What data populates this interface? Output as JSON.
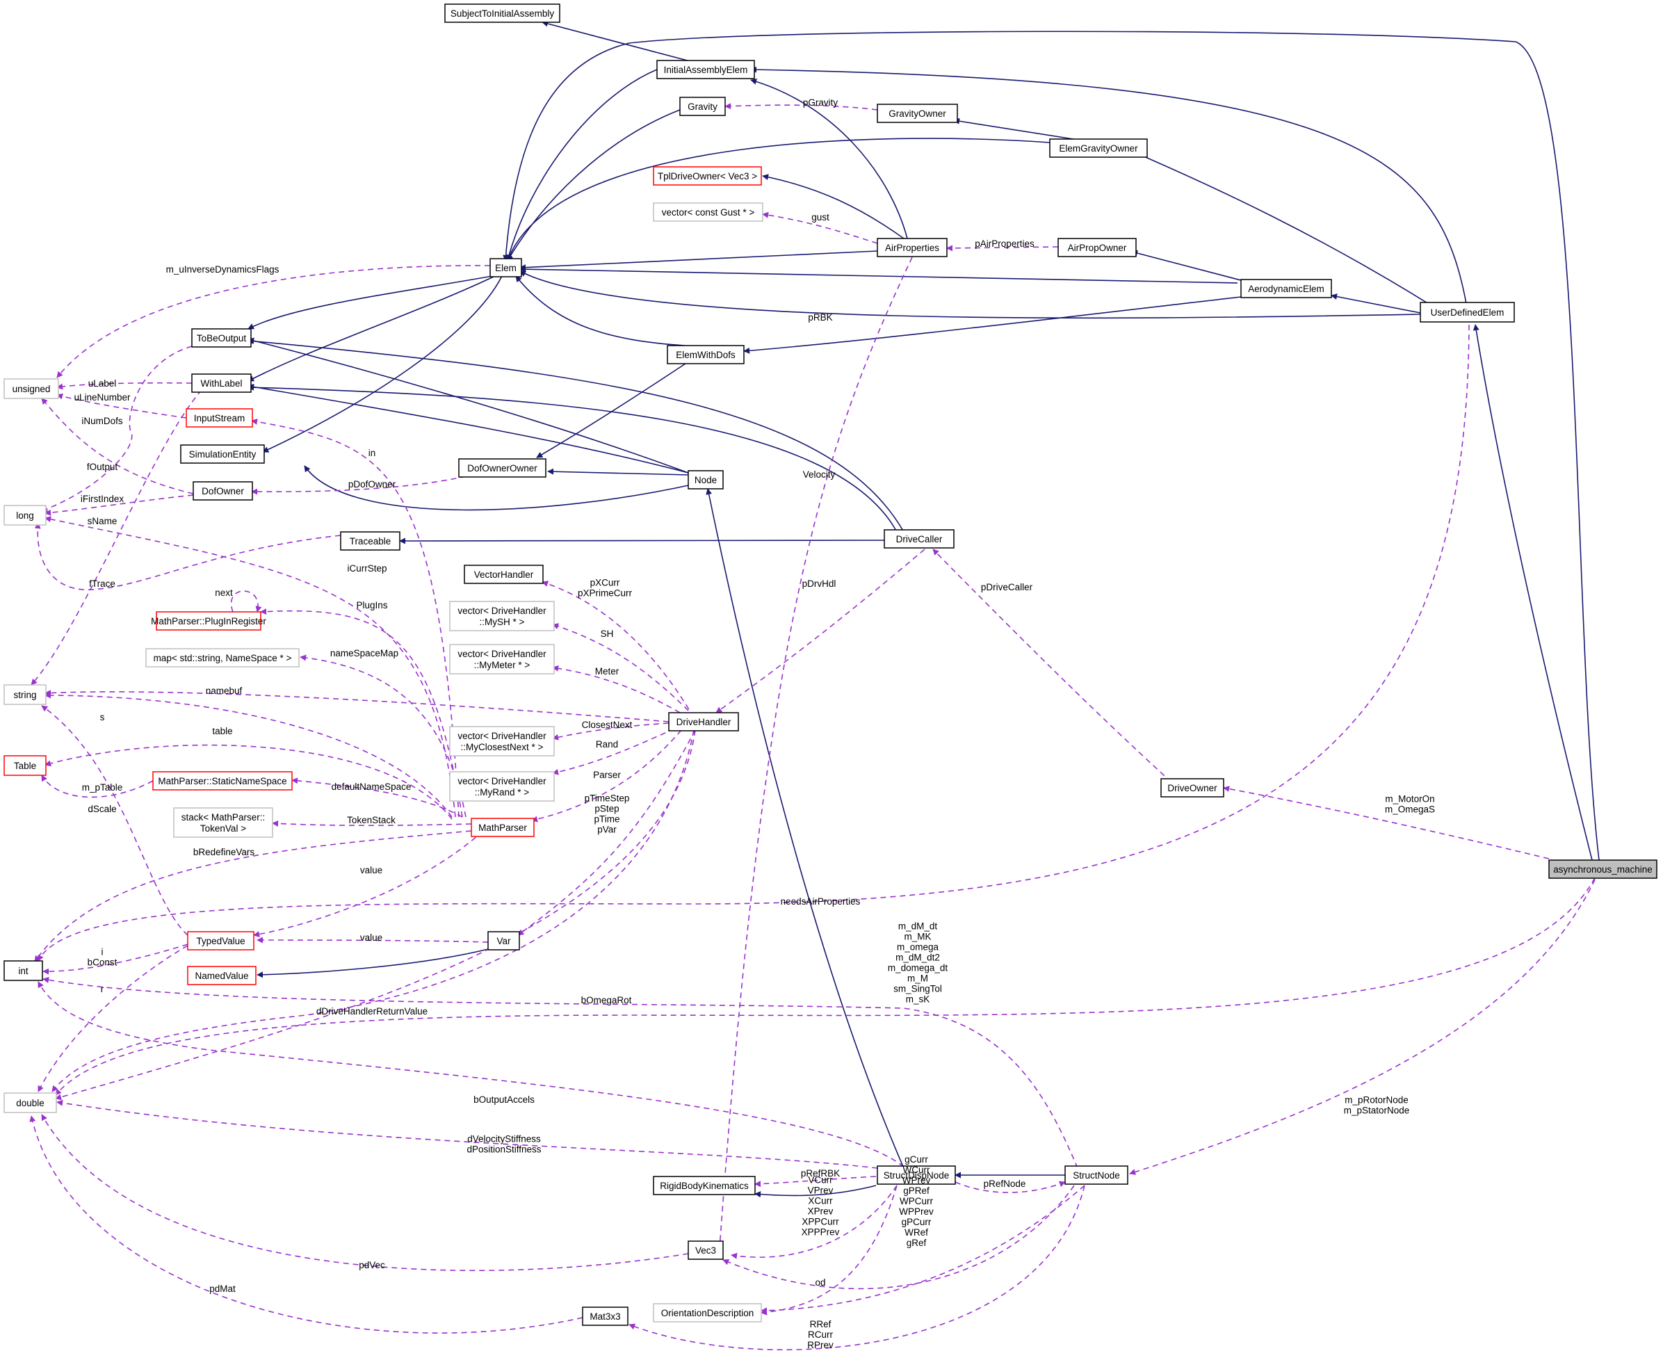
{
  "nodes": {
    "asynchronous_machine": {
      "label": [
        "asynchronous_machine"
      ],
      "style": "focus"
    },
    "UserDefinedElem": {
      "label": [
        "UserDefinedElem"
      ],
      "style": "normal"
    },
    "Elem": {
      "label": [
        "Elem"
      ],
      "style": "normal"
    },
    "InitialAssemblyElem": {
      "label": [
        "InitialAssemblyElem"
      ],
      "style": "normal"
    },
    "SubjectToInitialAssembly": {
      "label": [
        "SubjectToInitialAssembly"
      ],
      "style": "normal"
    },
    "Gravity": {
      "label": [
        "Gravity"
      ],
      "style": "normal"
    },
    "GravityOwner": {
      "label": [
        "GravityOwner"
      ],
      "style": "normal"
    },
    "ElemGravityOwner": {
      "label": [
        "ElemGravityOwner"
      ],
      "style": "normal"
    },
    "TplDriveOwner": {
      "label": [
        "TplDriveOwner< Vec3 >"
      ],
      "style": "red"
    },
    "vectorGust": {
      "label": [
        "vector< const Gust * >"
      ],
      "style": "grey"
    },
    "AirProperties": {
      "label": [
        "AirProperties"
      ],
      "style": "normal"
    },
    "AirPropOwner": {
      "label": [
        "AirPropOwner"
      ],
      "style": "normal"
    },
    "AerodynamicElem": {
      "label": [
        "AerodynamicElem"
      ],
      "style": "normal"
    },
    "ElemWithDofs": {
      "label": [
        "ElemWithDofs"
      ],
      "style": "normal"
    },
    "ToBeOutput": {
      "label": [
        "ToBeOutput"
      ],
      "style": "normal"
    },
    "unsigned": {
      "label": [
        "unsigned"
      ],
      "style": "grey"
    },
    "WithLabel": {
      "label": [
        "WithLabel"
      ],
      "style": "normal"
    },
    "InputStream": {
      "label": [
        "InputStream"
      ],
      "style": "red"
    },
    "SimulationEntity": {
      "label": [
        "SimulationEntity"
      ],
      "style": "normal"
    },
    "DofOwnerOwner": {
      "label": [
        "DofOwnerOwner"
      ],
      "style": "normal"
    },
    "Node": {
      "label": [
        "Node"
      ],
      "style": "normal"
    },
    "DofOwner": {
      "label": [
        "DofOwner"
      ],
      "style": "normal"
    },
    "long": {
      "label": [
        "long"
      ],
      "style": "grey"
    },
    "Traceable": {
      "label": [
        "Traceable"
      ],
      "style": "normal"
    },
    "DriveCaller": {
      "label": [
        "DriveCaller"
      ],
      "style": "normal"
    },
    "VectorHandler": {
      "label": [
        "VectorHandler"
      ],
      "style": "normal"
    },
    "PlugInRegister": {
      "label": [
        "MathParser::PlugInRegister"
      ],
      "style": "red"
    },
    "vectorMySH": {
      "label": [
        "vector< DriveHandler",
        "::MySH * >"
      ],
      "style": "grey"
    },
    "mapNameSpace": {
      "label": [
        "map< std::string, NameSpace * >"
      ],
      "style": "grey"
    },
    "vectorMyMeter": {
      "label": [
        "vector< DriveHandler",
        "::MyMeter * >"
      ],
      "style": "grey"
    },
    "string": {
      "label": [
        "string"
      ],
      "style": "grey"
    },
    "DriveHandler": {
      "label": [
        "DriveHandler"
      ],
      "style": "normal"
    },
    "vectorMyClosestNext": {
      "label": [
        "vector< DriveHandler",
        "::MyClosestNext * >"
      ],
      "style": "grey"
    },
    "Table": {
      "label": [
        "Table"
      ],
      "style": "red"
    },
    "StaticNameSpace": {
      "label": [
        "MathParser::StaticNameSpace"
      ],
      "style": "red"
    },
    "vectorMyRand": {
      "label": [
        "vector< DriveHandler",
        "::MyRand * >"
      ],
      "style": "grey"
    },
    "DriveOwner": {
      "label": [
        "DriveOwner"
      ],
      "style": "normal"
    },
    "stackTokenVal": {
      "label": [
        "stack< MathParser::",
        "TokenVal >"
      ],
      "style": "grey"
    },
    "MathParser": {
      "label": [
        "MathParser"
      ],
      "style": "red"
    },
    "int": {
      "label": [
        "int"
      ],
      "style": "normal"
    },
    "TypedValue": {
      "label": [
        "TypedValue"
      ],
      "style": "red"
    },
    "Var": {
      "label": [
        "Var"
      ],
      "style": "normal"
    },
    "NamedValue": {
      "label": [
        "NamedValue"
      ],
      "style": "red"
    },
    "double": {
      "label": [
        "double"
      ],
      "style": "grey"
    },
    "RigidBodyKinematics": {
      "label": [
        "RigidBodyKinematics"
      ],
      "style": "normal"
    },
    "StructDispNode": {
      "label": [
        "StructDispNode"
      ],
      "style": "normal"
    },
    "StructNode": {
      "label": [
        "StructNode"
      ],
      "style": "normal"
    },
    "Vec3": {
      "label": [
        "Vec3"
      ],
      "style": "normal"
    },
    "OrientationDescription": {
      "label": [
        "OrientationDescription"
      ],
      "style": "grey"
    },
    "Mat3x3": {
      "label": [
        "Mat3x3"
      ],
      "style": "normal"
    }
  },
  "edge_labels": {
    "pGravity": [
      "pGravity"
    ],
    "gust": [
      "gust"
    ],
    "pAirProperties": [
      "pAirProperties"
    ],
    "m_uInverseDynamicsFlags": [
      "m_uInverseDynamicsFlags"
    ],
    "pRBK": [
      "pRBK"
    ],
    "uLabel": [
      "uLabel"
    ],
    "uLineNumber": [
      "uLineNumber"
    ],
    "iNumDofs": [
      "iNumDofs"
    ],
    "in": [
      "in"
    ],
    "fOutput": [
      "fOutput"
    ],
    "pDofOwner": [
      "pDofOwner"
    ],
    "Velocity": [
      "Velocity"
    ],
    "iFirstIndex": [
      "iFirstIndex"
    ],
    "sName": [
      "sName"
    ],
    "iCurrStep": [
      "iCurrStep"
    ],
    "fTrace": [
      "fTrace"
    ],
    "pXCurr": [
      "pXCurr",
      "pXPrimeCurr"
    ],
    "pDrvHdl": [
      "pDrvHdl"
    ],
    "pDriveCaller": [
      "pDriveCaller"
    ],
    "next": [
      "next"
    ],
    "PlugIns": [
      "PlugIns"
    ],
    "SH": [
      "SH"
    ],
    "nameSpaceMap": [
      "nameSpaceMap"
    ],
    "Meter": [
      "Meter"
    ],
    "namebuf": [
      "namebuf"
    ],
    "s": [
      "s"
    ],
    "ClosestNext": [
      "ClosestNext"
    ],
    "table": [
      "table"
    ],
    "Rand": [
      "Rand"
    ],
    "Parser": [
      "Parser"
    ],
    "defaultNameSpace": [
      "defaultNameSpace"
    ],
    "m_pTable": [
      "m_pTable"
    ],
    "m_MotorOn": [
      "m_MotorOn",
      "m_OmegaS"
    ],
    "dScale": [
      "dScale"
    ],
    "pTimeStep": [
      "pTimeStep",
      "pStep",
      "pTime",
      "pVar"
    ],
    "TokenStack": [
      "TokenStack"
    ],
    "bRedefineVars": [
      "bRedefineVars"
    ],
    "value1": [
      "value"
    ],
    "needsAirProperties": [
      "needsAirProperties"
    ],
    "value2": [
      "value"
    ],
    "iBConst": [
      "i",
      "bConst"
    ],
    "r": [
      "r"
    ],
    "mdM": [
      "m_dM_dt",
      "m_MK",
      "m_omega",
      "m_dM_dt2",
      "m_domega_dt",
      "m_M",
      "sm_SingTol",
      "m_sK"
    ],
    "bOmegaRot": [
      "bOmegaRot"
    ],
    "dDriveHandlerReturnValue": [
      "dDriveHandlerReturnValue"
    ],
    "bOutputAccels": [
      "bOutputAccels"
    ],
    "mpRotorNode": [
      "m_pRotorNode",
      "m_pStatorNode"
    ],
    "dVelocityStiffness": [
      "dVelocityStiffness",
      "dPositionStiffness"
    ],
    "pRefRBK": [
      "pRefRBK"
    ],
    "pRefNode": [
      "pRefNode"
    ],
    "VCurr": [
      "VCurr",
      "VPrev",
      "XCurr",
      "XPrev",
      "XPPCurr",
      "XPPPrev"
    ],
    "gCurr": [
      "gCurr",
      "WCurr",
      "WPrev",
      "gPRef",
      "WPCurr",
      "WPPrev",
      "gPCurr",
      "WRef",
      "gRef"
    ],
    "pdVec": [
      "pdVec"
    ],
    "od": [
      "od"
    ],
    "pdMat": [
      "pdMat"
    ],
    "RRef": [
      "RRef",
      "RCurr",
      "RPrev"
    ]
  },
  "colors": {
    "inheritance": "#191970",
    "usage": "#9a32cd",
    "focus_fill": "#bfbfbf",
    "warning_border": "#ff0000",
    "external_border": "#bfbfbf"
  }
}
